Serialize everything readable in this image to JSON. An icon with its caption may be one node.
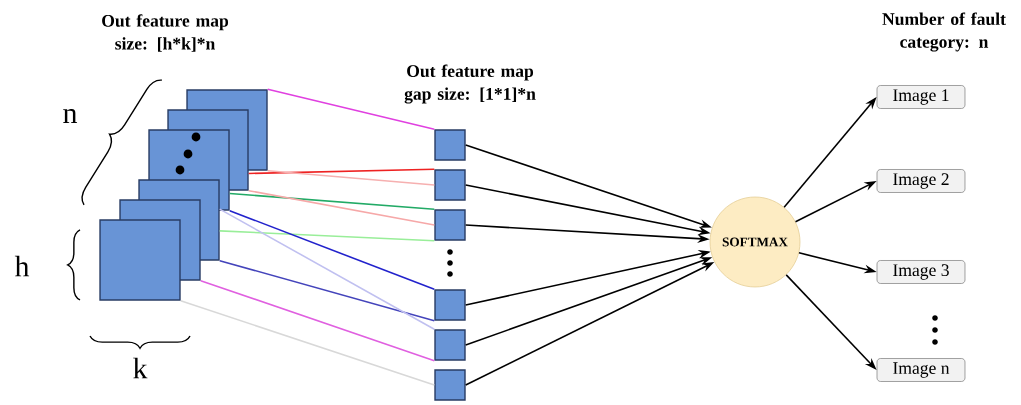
{
  "diagram": {
    "nodes": [
      {
        "text": [],
        "shape": "box"
      },
      {
        "text": [],
        "shape": "box"
      },
      {
        "text": [],
        "shape": "box"
      },
      {
        "text": [],
        "shape": "box"
      },
      {
        "text": [],
        "shape": "box"
      },
      {
        "text": [],
        "shape": "box"
      },
      {
        "text": [],
        "shape": "box"
      },
      {
        "text": [],
        "shape": "box"
      },
      {
        "text": [],
        "shape": "box"
      },
      {
        "text": [],
        "shape": "box"
      },
      {
        "text": [],
        "shape": "box"
      },
      {
        "text": [],
        "shape": "box"
      },
      {
        "text": [
          "SOFTMAX"
        ]
      },
      {
        "text": [
          "Image 1"
        ]
      },
      {
        "text": [
          "Image 2"
        ]
      },
      {
        "text": [
          "Image 3"
        ]
      },
      {
        "text": [
          "Image n"
        ]
      }
    ],
    "edges": [
      {
        "from": 0,
        "to": 6,
        "arrow": "none",
        "color": "#e040e0"
      },
      {
        "from": 1,
        "to": 7,
        "arrow": "none",
        "color": "#ee2222"
      },
      {
        "from": 0,
        "to": 7,
        "arrow": "none",
        "color": "#f6b0b0"
      },
      {
        "from": 2,
        "to": 8,
        "arrow": "none",
        "color": "#22aa66"
      },
      {
        "from": 1,
        "to": 8,
        "arrow": "none",
        "color": "#f6a8a8"
      },
      {
        "from": 3,
        "to": 8,
        "arrow": "none",
        "color": "#99ee99"
      },
      {
        "from": 2,
        "to": 9,
        "arrow": "none",
        "color": "#2222cc"
      },
      {
        "from": 3,
        "to": 9,
        "arrow": "none",
        "color": "#4444bb"
      },
      {
        "from": 3,
        "to": 10,
        "arrow": "none",
        "color": "#c0c0f0"
      },
      {
        "from": 4,
        "to": 10,
        "arrow": "none",
        "color": "#e060e0"
      },
      {
        "from": 5,
        "to": 11,
        "arrow": "none",
        "color": "#d8d8d8"
      },
      {
        "from": 6,
        "to": 12,
        "arrow": "to"
      },
      {
        "from": 7,
        "to": 12,
        "arrow": "to"
      },
      {
        "from": 8,
        "to": 12,
        "arrow": "to"
      },
      {
        "from": 9,
        "to": 12,
        "arrow": "to"
      },
      {
        "from": 10,
        "to": 12,
        "arrow": "to"
      },
      {
        "from": 11,
        "to": 12,
        "arrow": "to"
      },
      {
        "from": 12,
        "to": 13,
        "arrow": "to"
      },
      {
        "from": 12,
        "to": 14,
        "arrow": "to"
      },
      {
        "from": 12,
        "to": 15,
        "arrow": "to"
      },
      {
        "from": 12,
        "to": 16,
        "arrow": "to"
      }
    ],
    "labels": [
      "Out feature map size: [h*k]*n",
      "Out feature map gap size: [1*1]*n",
      "Number of fault category: n",
      "n",
      "h",
      "k"
    ]
  }
}
